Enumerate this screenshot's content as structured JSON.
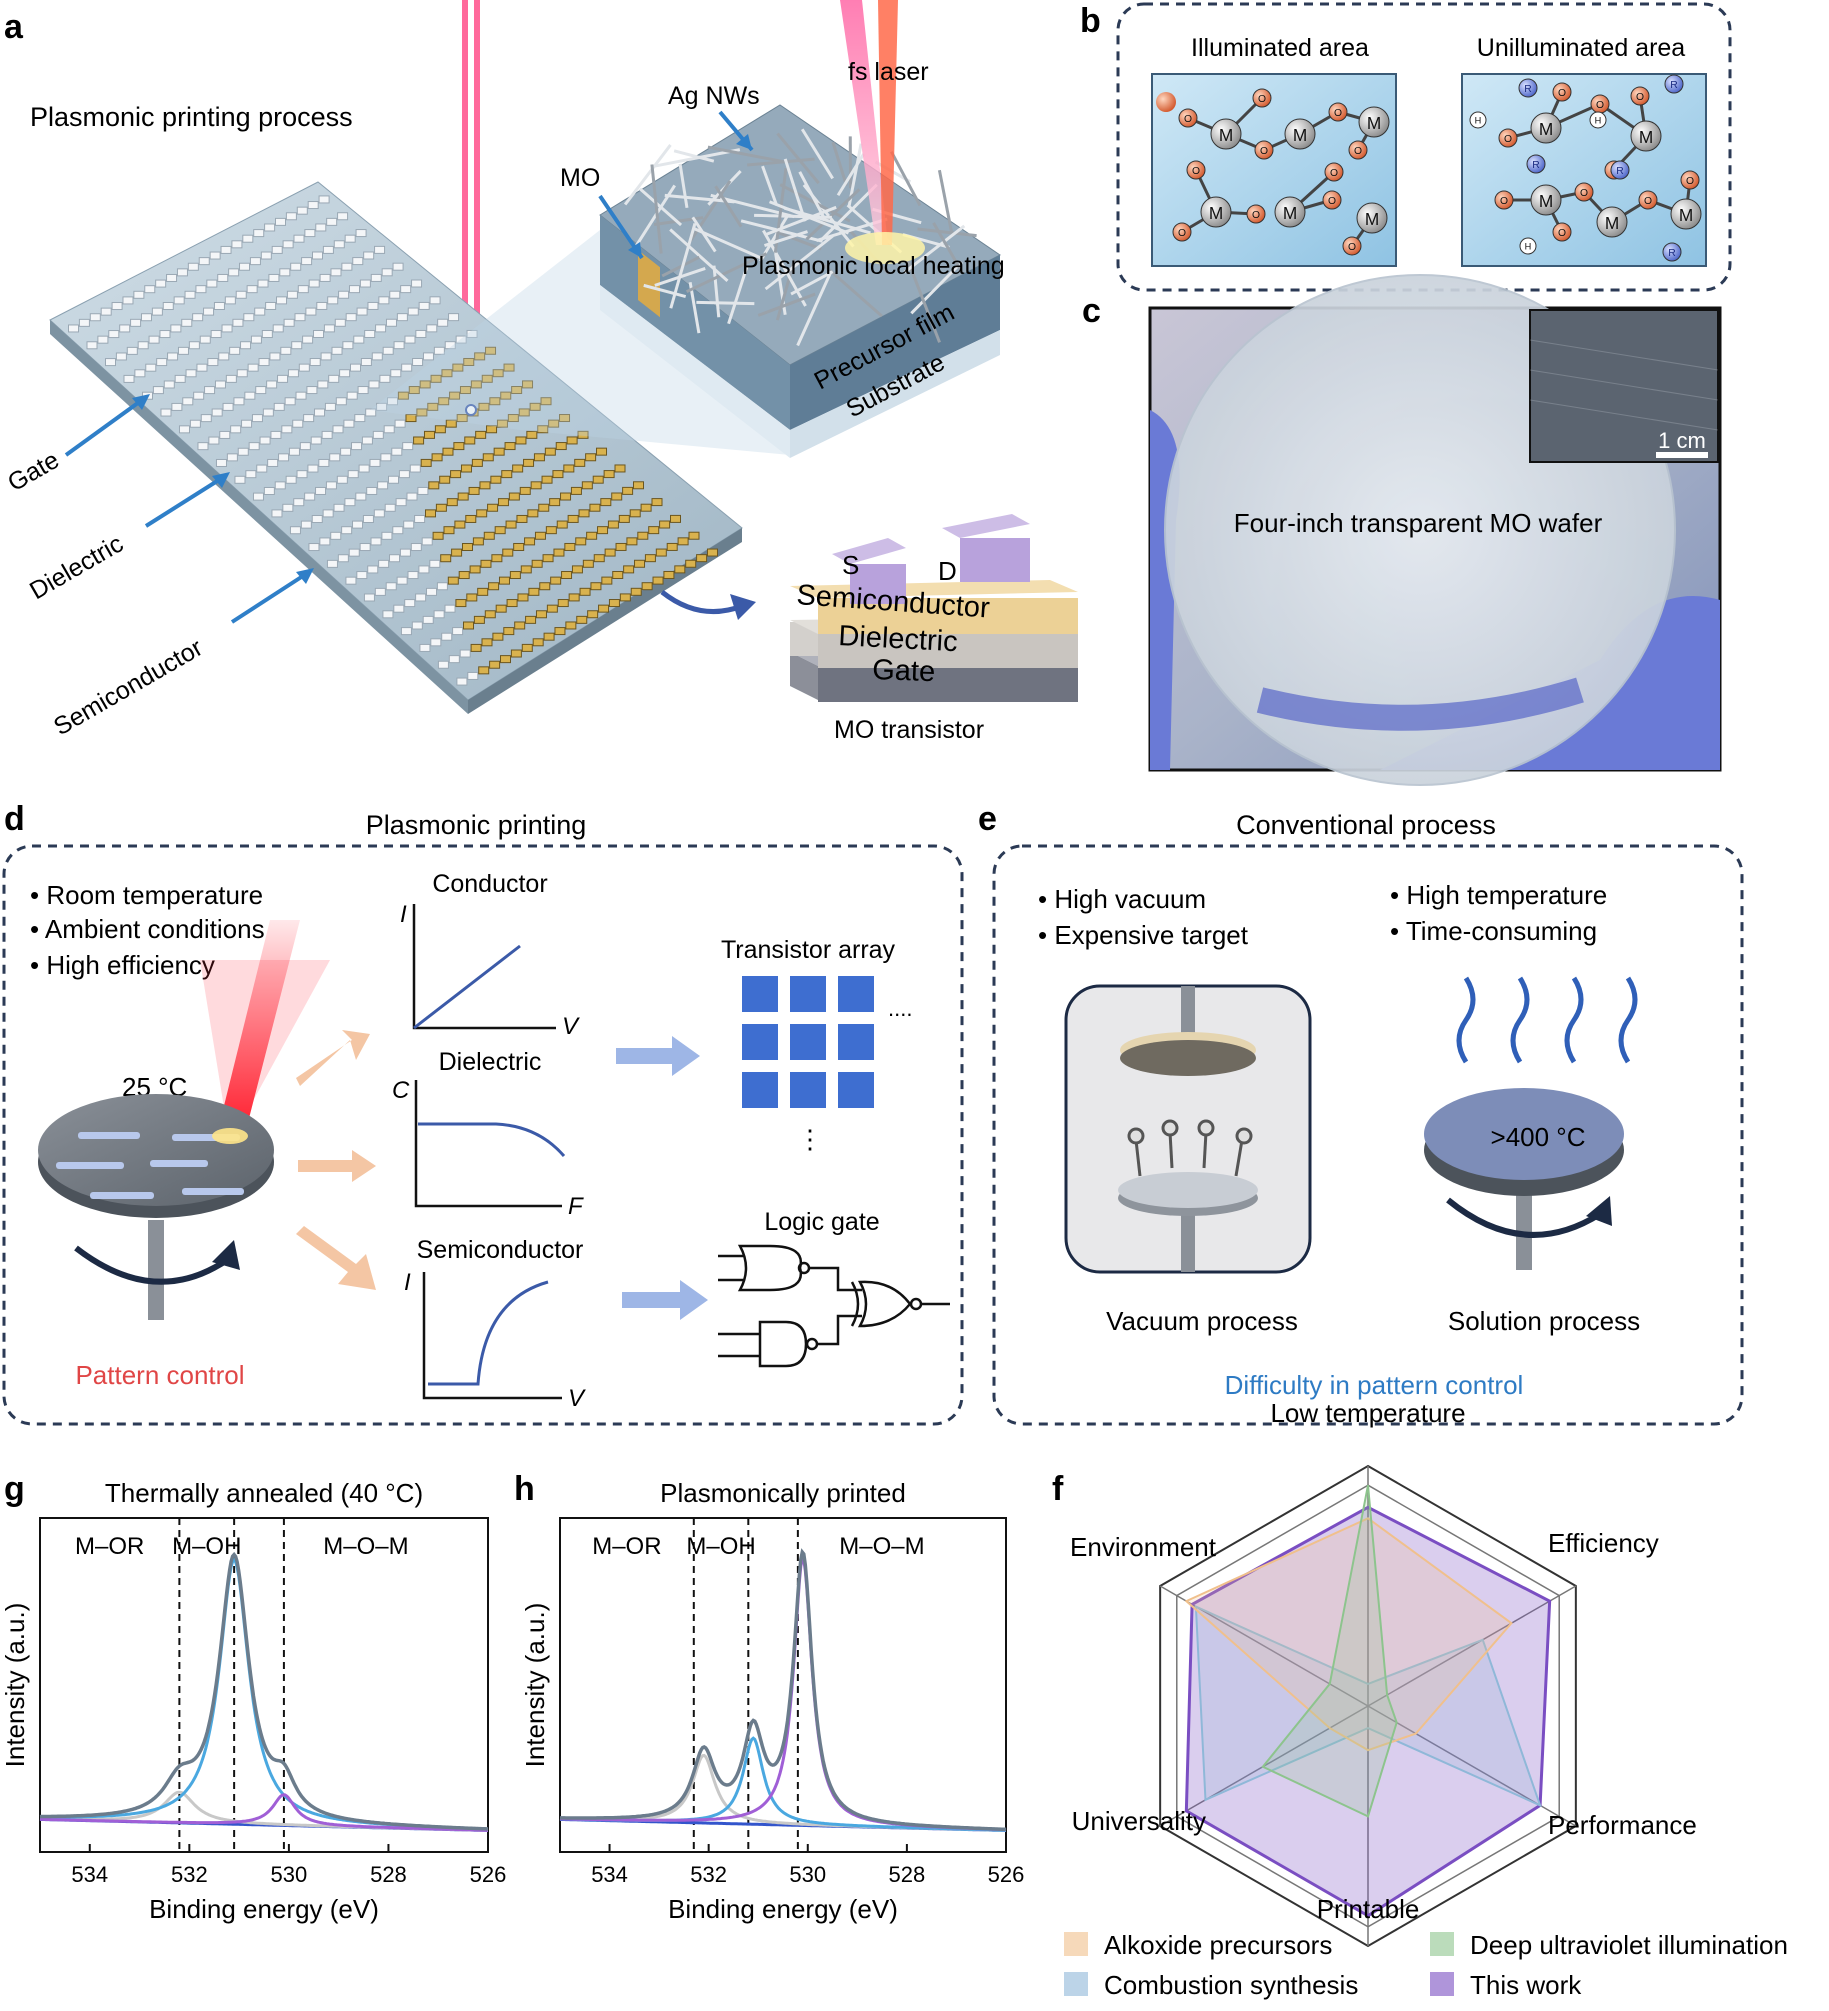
{
  "panels": {
    "a": {
      "letter": "a",
      "title": "Plasmonic printing process",
      "labels": [
        "Ag NWs",
        "fs laser",
        "MO",
        "Plasmonic local heating",
        "Precursor film",
        "Substrate",
        "Gate",
        "Dielectric",
        "Semiconductor"
      ],
      "stack": {
        "s": "S",
        "d": "D",
        "semiconductor": "Semiconductor",
        "dielectric": "Dielectric",
        "gate": "Gate",
        "caption": "MO transistor"
      }
    },
    "b": {
      "letter": "b",
      "illuminated": "Illuminated area",
      "unilluminated": "Unilluminated area",
      "atom_m": "M",
      "atom_o": "O",
      "atom_r": "R",
      "atom_h": "H"
    },
    "c": {
      "letter": "c",
      "caption": "Four-inch transparent MO wafer",
      "scale": "1 cm"
    },
    "d": {
      "letter": "d",
      "title": "Plasmonic printing",
      "bullets": [
        "• Room temperature",
        "• Ambient conditions",
        "• High efficiency"
      ],
      "temp": "25 °C",
      "pattern": "Pattern control",
      "conductor": "Conductor",
      "dielectric": "Dielectric",
      "semiconductor": "Semiconductor",
      "ax_i": "I",
      "ax_v": "V",
      "ax_c": "C",
      "ax_f": "F",
      "array": "Transistor array",
      "logic": "Logic gate",
      "hdots": "....",
      "vdots": "⋮"
    },
    "e": {
      "letter": "e",
      "title": "Conventional process",
      "bullets_left": [
        "• High vacuum",
        "• Expensive target"
      ],
      "bullets_right": [
        "• High temperature",
        "• Time-consuming"
      ],
      "hot": ">400 °C",
      "vacuum": "Vacuum process",
      "solution": "Solution process",
      "difficulty": "Difficulty in pattern control"
    },
    "f": {
      "letter": "f"
    },
    "g": {
      "letter": "g"
    },
    "h": {
      "letter": "h"
    }
  },
  "colors": {
    "frame": "#2b3a55",
    "line_blue": "#3b5aa8",
    "laser_red": "#e8466b",
    "pattern_red": "#e04646",
    "difficulty_blue": "#2e7bc4",
    "envelope": "#6b7c8c",
    "m_oh": "#4aa8e0",
    "m_o_m": "#a05fd6",
    "m_or": "#c8c8c8",
    "baseline": "#3355cc"
  },
  "chart_data": [
    {
      "type": "line",
      "panel": "g",
      "title": "Thermally  annealed (40 °C)",
      "xlabel": "Binding energy (eV)",
      "ylabel": "Intensity (a.u.)",
      "xlim": [
        535,
        526
      ],
      "x_ticks": [
        534,
        532,
        530,
        528,
        526
      ],
      "regions": [
        "M–OR",
        "M–OH",
        "M–O–M"
      ],
      "dividers": [
        532.2,
        531.1,
        530.1
      ],
      "peaks": [
        {
          "component": "M–OR",
          "center": 532.2,
          "height": 0.1,
          "width": 0.75,
          "color": "#c8c8c8"
        },
        {
          "component": "M–OH",
          "center": 531.1,
          "height": 0.86,
          "width": 0.72,
          "color": "#4aa8e0"
        },
        {
          "component": "M–O–M",
          "center": 530.1,
          "height": 0.1,
          "width": 0.55,
          "color": "#a05fd6"
        }
      ],
      "grid": false
    },
    {
      "type": "line",
      "panel": "h",
      "title": "Plasmonically printed",
      "xlabel": "Binding energy (eV)",
      "ylabel": "Intensity (a.u.)",
      "xlim": [
        535,
        526
      ],
      "x_ticks": [
        534,
        532,
        530,
        528,
        526
      ],
      "regions": [
        "M–OR",
        "M–OH",
        "M–O–M"
      ],
      "dividers": [
        532.3,
        531.2,
        530.2
      ],
      "peaks": [
        {
          "component": "M–OR",
          "center": 532.1,
          "height": 0.22,
          "width": 0.55,
          "color": "#c8c8c8"
        },
        {
          "component": "M–OH",
          "center": 531.1,
          "height": 0.28,
          "width": 0.5,
          "color": "#4aa8e0"
        },
        {
          "component": "M–O–M",
          "center": 530.1,
          "height": 0.87,
          "width": 0.45,
          "color": "#a05fd6"
        }
      ],
      "grid": false
    },
    {
      "type": "radar",
      "panel": "f",
      "axes": [
        "Low temperature",
        "Efficiency",
        "Performance",
        "Printable",
        "Universality",
        "Environment"
      ],
      "series": [
        {
          "name": "Alkoxide precursors",
          "values": [
            0.85,
            0.75,
            0.25,
            0.2,
            0.2,
            0.95
          ],
          "color": "#f0c08c"
        },
        {
          "name": "Combustion synthesis",
          "values": [
            0.1,
            0.6,
            0.9,
            0.1,
            0.85,
            0.9
          ],
          "color": "#8fb8d8"
        },
        {
          "name": "Deep ultraviolet illumination",
          "values": [
            1.0,
            0.1,
            0.15,
            0.5,
            0.55,
            0.2
          ],
          "color": "#8dc48d"
        },
        {
          "name": "This work",
          "values": [
            0.9,
            0.95,
            0.9,
            0.95,
            0.95,
            0.92
          ],
          "color": "#7a4ec2"
        }
      ]
    }
  ]
}
